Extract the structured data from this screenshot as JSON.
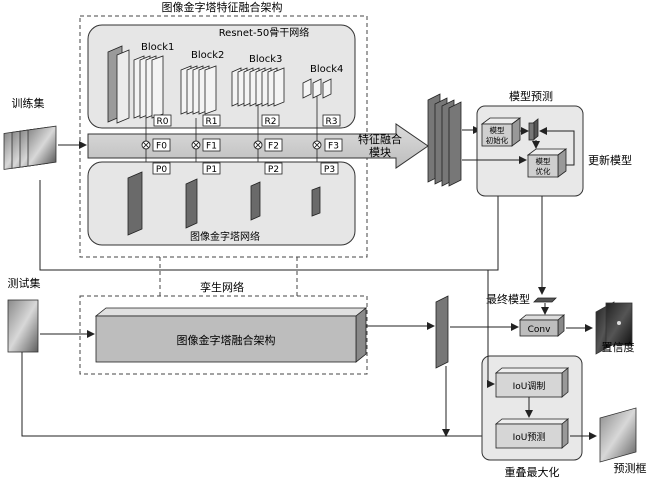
{
  "labels": {
    "top_title": "图像金字塔特征融合架构",
    "resnet_title": "Resnet-50骨干网络",
    "block1": "Block1",
    "block2": "Block2",
    "block3": "Block3",
    "block4": "Block4",
    "r0": "R0",
    "r1": "R1",
    "r2": "R2",
    "r3": "R3",
    "f0": "F0",
    "f1": "F1",
    "f2": "F2",
    "f3": "F3",
    "p0": "P0",
    "p1": "P1",
    "p2": "P2",
    "p3": "P3",
    "fusion_module_line1": "特征融合",
    "fusion_module_line2": "模块",
    "pyramid_net": "图像金字塔网络",
    "train_set": "训练集",
    "model_predict": "模型预测",
    "model_init_line1": "模型",
    "model_init_line2": "初始化",
    "model_opt_line1": "模型",
    "model_opt_line2": "优化",
    "update_model": "更新模型",
    "siamese_net": "孪生网络",
    "test_set": "测试集",
    "pyramid_fusion_arch": "图像金字塔融合架构",
    "final_model": "最终模型",
    "conv": "Conv",
    "confidence": "置信度",
    "iou_modulation": "IoU调制",
    "iou_predict": "IoU预测",
    "overlap_max": "重叠最大化",
    "predict_box": "预测框"
  }
}
